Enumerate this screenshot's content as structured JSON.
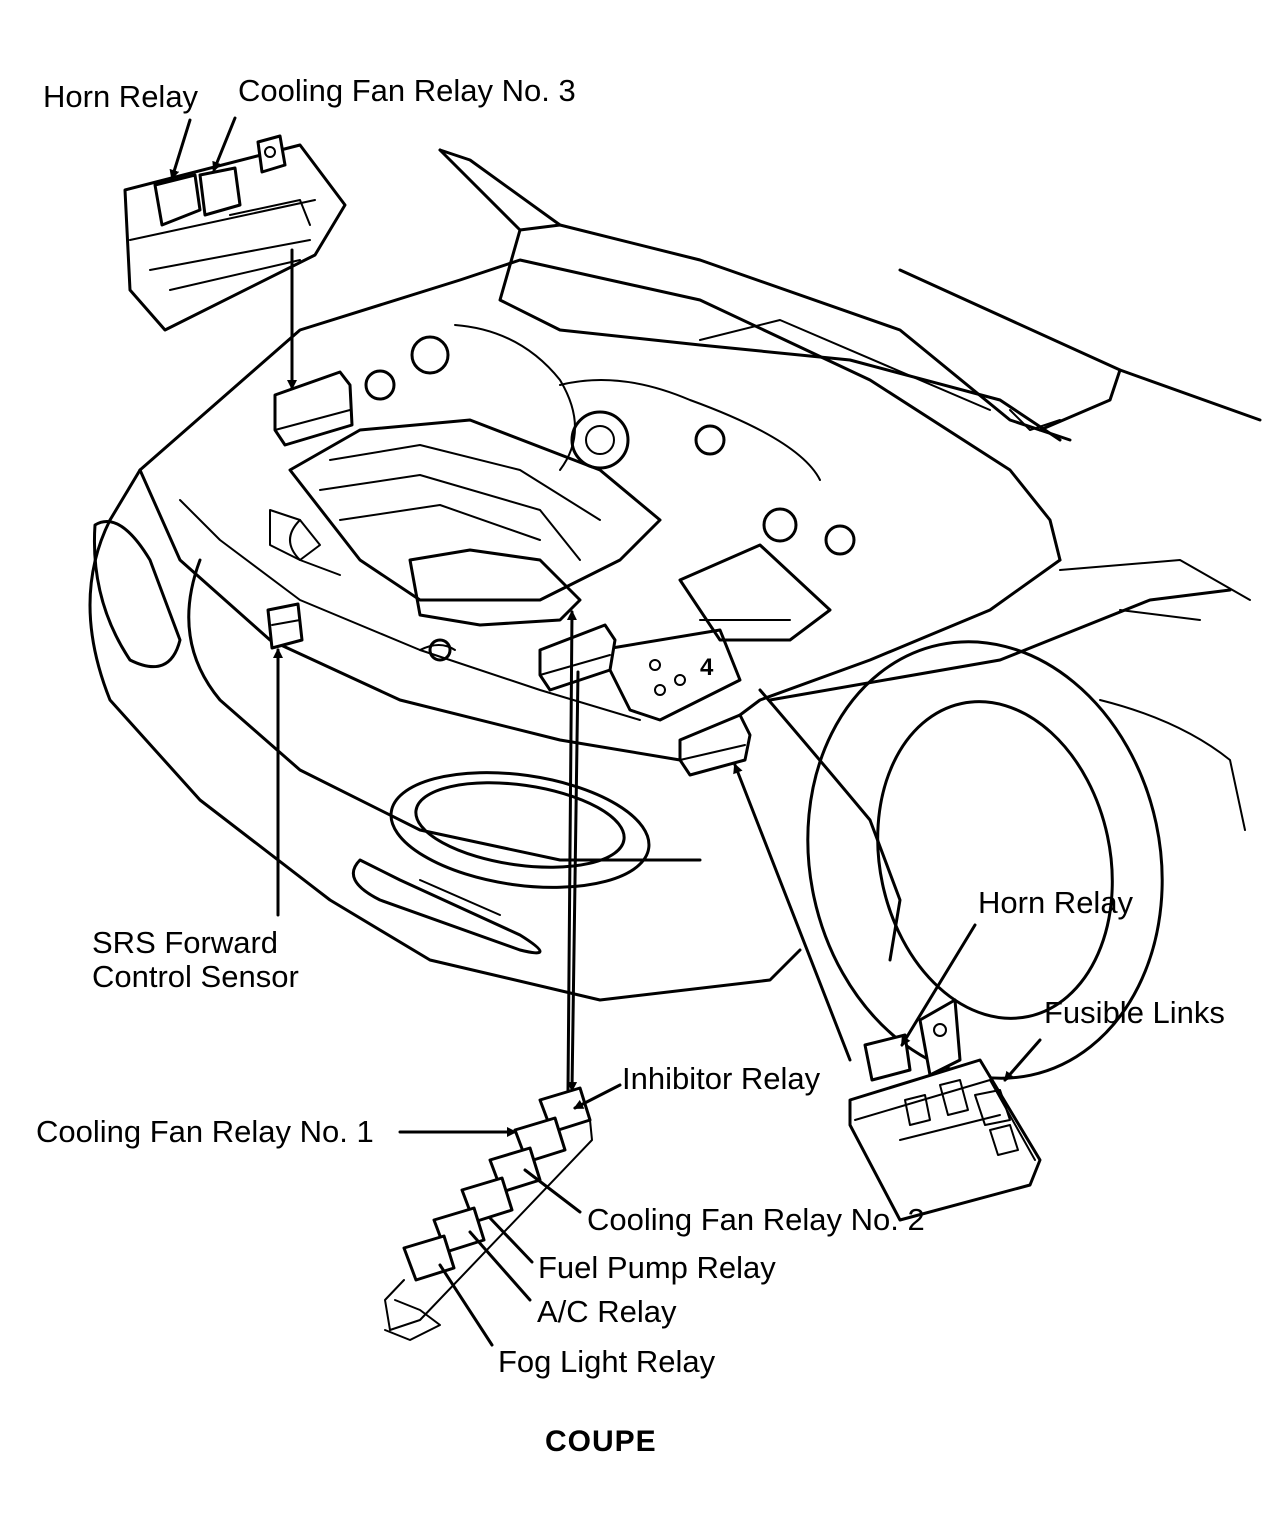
{
  "labels": {
    "horn_relay_top": "Horn Relay",
    "cooling_fan_relay_3": "Cooling Fan Relay No. 3",
    "srs_sensor_line1": "SRS Forward",
    "srs_sensor_line2": "Control Sensor",
    "horn_relay_right": "Horn Relay",
    "fusible_links": "Fusible Links",
    "inhibitor_relay": "Inhibitor Relay",
    "cooling_fan_relay_1": "Cooling Fan Relay No. 1",
    "cooling_fan_relay_2": "Cooling Fan Relay No. 2",
    "fuel_pump_relay": "Fuel Pump Relay",
    "ac_relay": "A/C Relay",
    "fog_light_relay": "Fog Light Relay",
    "battery_number": "4"
  },
  "caption": "COUPE"
}
